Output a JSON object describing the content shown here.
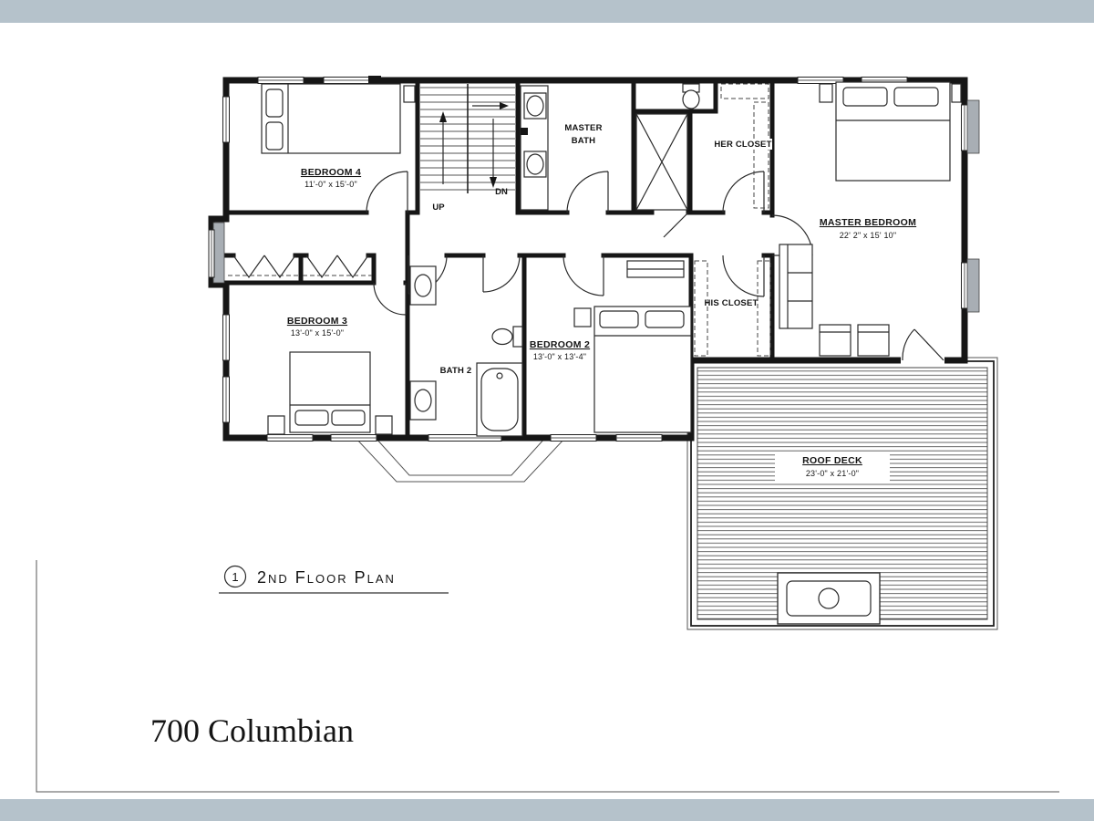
{
  "frame": {
    "strip_color": "#b5c2cb"
  },
  "title_block": {
    "project_title": "700 Columbian"
  },
  "callout": {
    "number": "1",
    "label": "2nd Floor Plan"
  },
  "rooms": {
    "bedroom4": {
      "name": "BEDROOM 4",
      "dims": "11'-0\" x 15'-0\""
    },
    "bedroom3": {
      "name": "BEDROOM 3",
      "dims": "13'-0\" x 15'-0\""
    },
    "bedroom2": {
      "name": "BEDROOM 2",
      "dims": "13'-0\" x 13'-4\""
    },
    "master_bedroom": {
      "name": "MASTER BEDROOM",
      "dims": "22' 2\" x 15' 10\""
    },
    "master_bath": {
      "line1": "MASTER",
      "line2": "BATH"
    },
    "bath2": {
      "name": "BATH 2"
    },
    "her_closet": {
      "name": "HER CLOSET"
    },
    "his_closet": {
      "name": "HIS CLOSET"
    },
    "roof_deck": {
      "name": "ROOF DECK",
      "dims": "23'-0\" x 21'-0\""
    }
  },
  "stairs": {
    "up_label": "UP",
    "down_label": "DN"
  }
}
